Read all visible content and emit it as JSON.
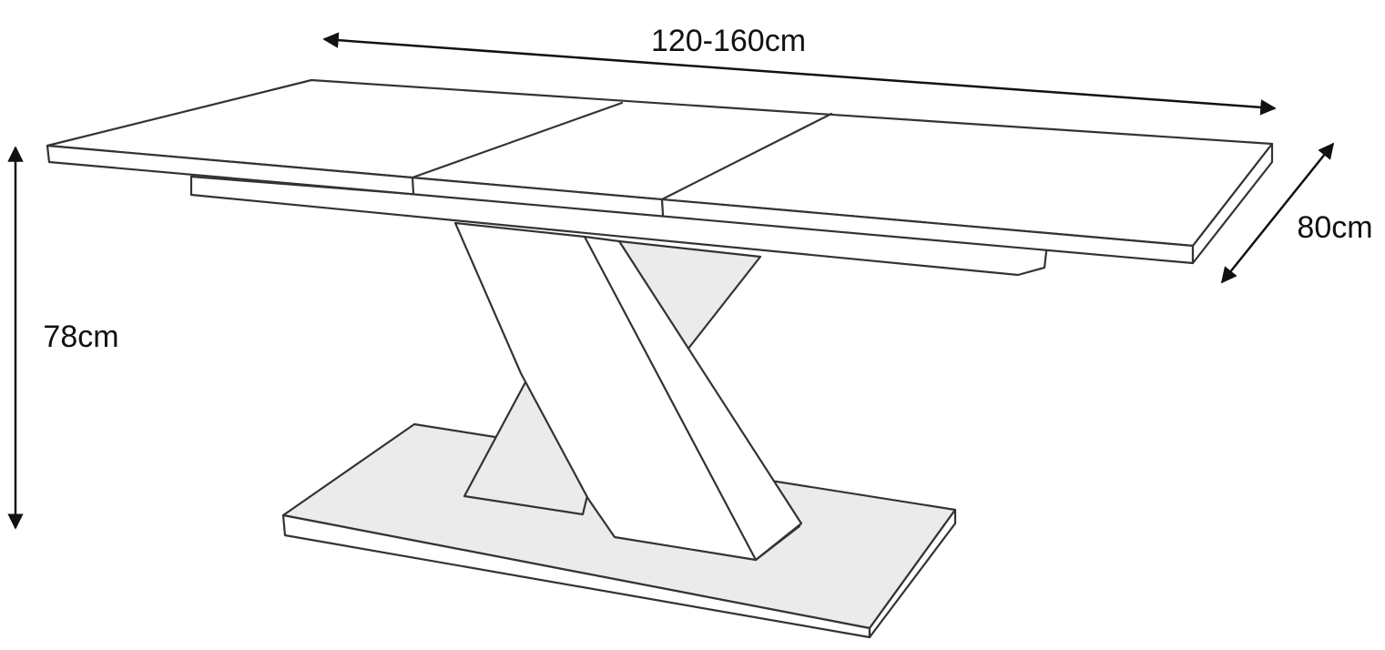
{
  "dimensions": {
    "length": "120-160cm",
    "depth": "80cm",
    "height": "78cm"
  },
  "colors": {
    "line": "#333333",
    "shade": "#ebebeb",
    "arrow": "#111111"
  }
}
